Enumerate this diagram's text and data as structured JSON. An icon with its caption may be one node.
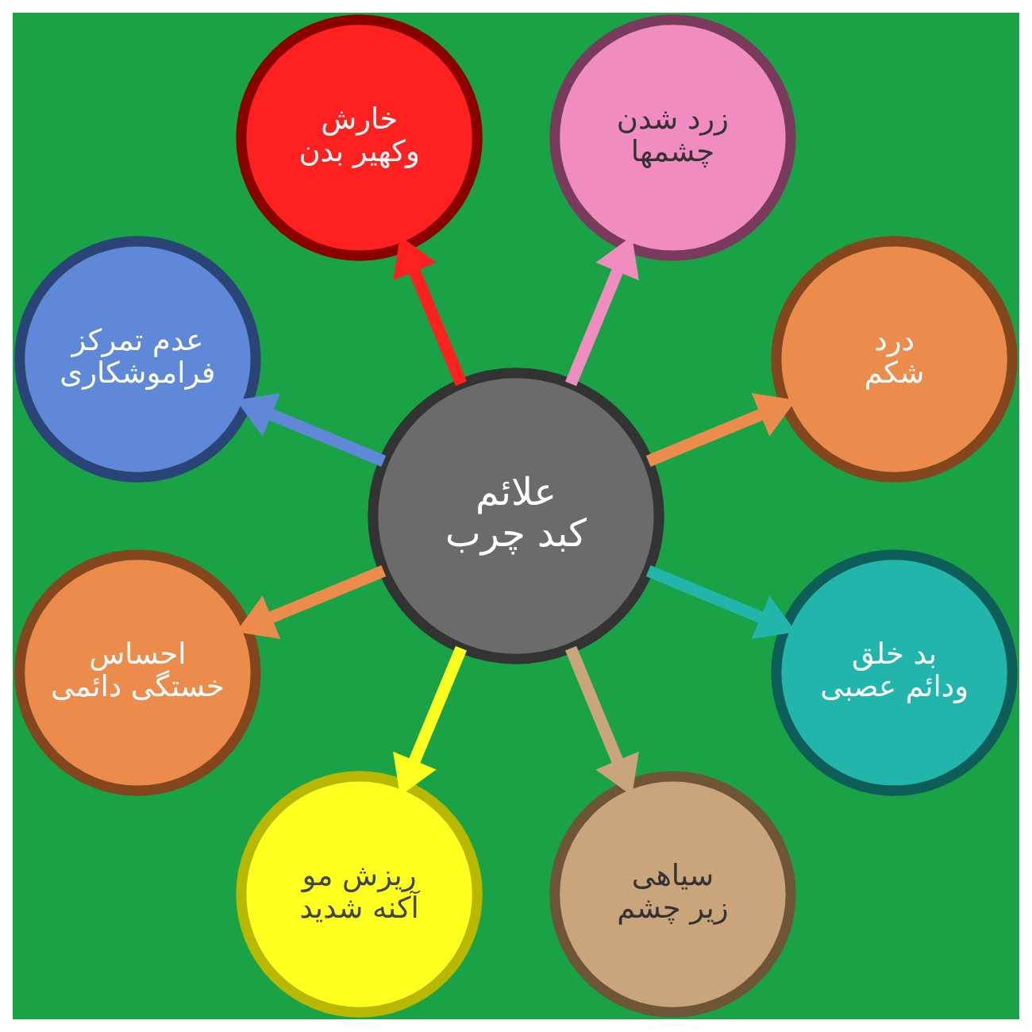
{
  "diagram": {
    "nodes": [
      {
        "text": [
          "علائم کبد چرب"
        ]
      },
      {
        "text": [
          "درد شکم"
        ]
      },
      {
        "text": [
          "زرد شدن چشمها"
        ]
      },
      {
        "text": [
          "خارش وکهیر بدن"
        ]
      },
      {
        "text": [
          "عدم تمرکز فراموشکاری"
        ]
      },
      {
        "text": [
          "احساس خستگی دائمی"
        ]
      },
      {
        "text": [
          "ریزش مو آکنه شدید"
        ]
      },
      {
        "text": [
          "سیاهی زیر چشم"
        ]
      },
      {
        "text": [
          "بد خلق ودائم عصبی"
        ]
      }
    ],
    "edges": [
      {
        "from": 0,
        "to": 1,
        "arrow": "to",
        "color": "#ec8c4c"
      },
      {
        "from": 0,
        "to": 2,
        "arrow": "to",
        "color": "#f08cc0"
      },
      {
        "from": 0,
        "to": 3,
        "arrow": "to",
        "color": "#ff2020"
      },
      {
        "from": 0,
        "to": 4,
        "arrow": "to",
        "color": "#5f88d8"
      },
      {
        "from": 0,
        "to": 5,
        "arrow": "to",
        "color": "#ec8c4c"
      },
      {
        "from": 0,
        "to": 6,
        "arrow": "to",
        "color": "#ffff20"
      },
      {
        "from": 0,
        "to": 7,
        "arrow": "to",
        "color": "#caa57c"
      },
      {
        "from": 0,
        "to": 8,
        "arrow": "to",
        "color": "#22b5ac"
      }
    ]
  }
}
